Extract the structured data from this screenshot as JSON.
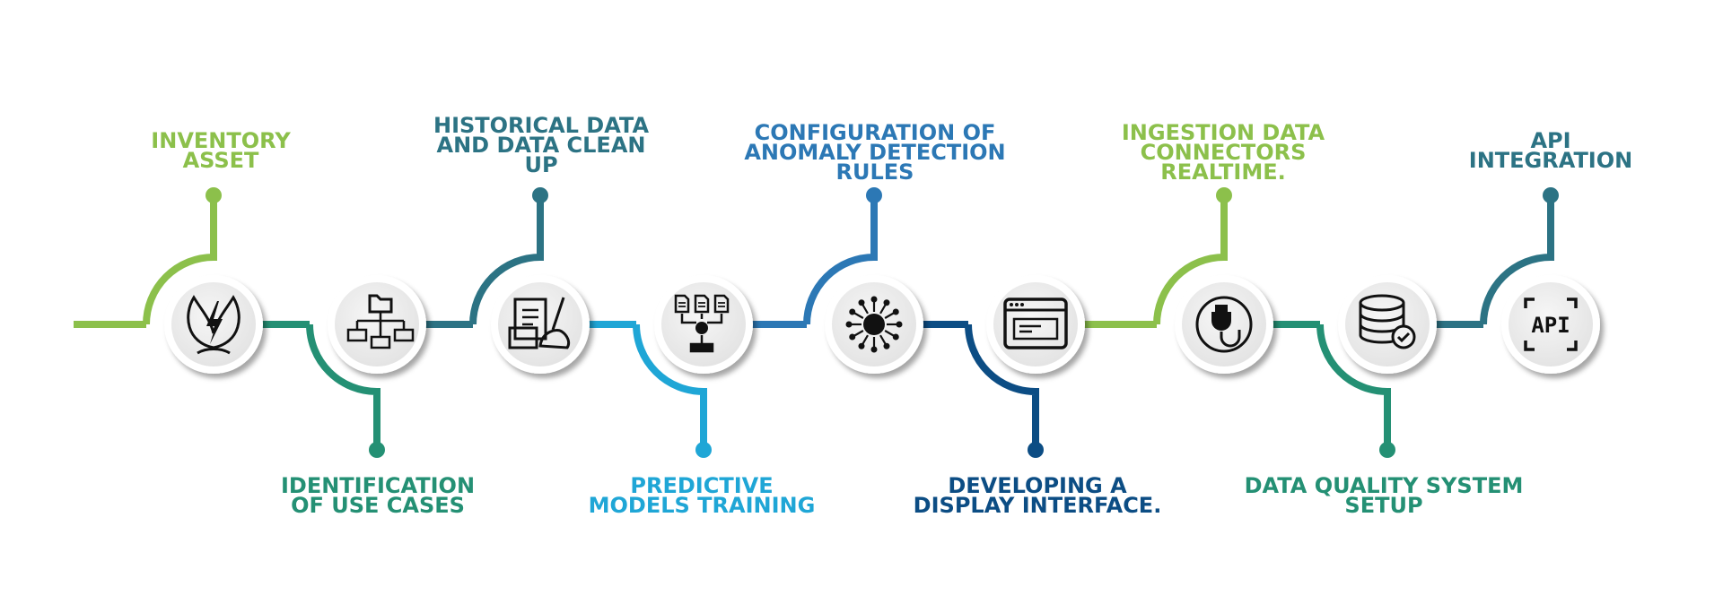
{
  "steps": [
    {
      "label": "INVENTORY\nASSET",
      "color": "#8cc04b",
      "icon": "leaf-bolt-icon",
      "position": "top"
    },
    {
      "label": "IDENTIFICATION\nOF USE CASES",
      "color": "#249074",
      "icon": "folder-hierarchy-icon",
      "position": "bottom"
    },
    {
      "label": "HISTORICAL DATA\nAND DATA CLEAN\nUP",
      "color": "#2c7384",
      "icon": "document-cleaning-icon",
      "position": "top"
    },
    {
      "label": "PREDICTIVE\nMODELS TRAINING",
      "color": "#1fa6d6",
      "icon": "model-training-icon",
      "position": "bottom"
    },
    {
      "label": "CONFIGURATION OF\nANOMALY DETECTION\nRULES",
      "color": "#2c78b5",
      "icon": "anomaly-network-icon",
      "position": "top"
    },
    {
      "label": "DEVELOPING A\nDISPLAY INTERFACE.",
      "color": "#0c4d84",
      "icon": "browser-window-icon",
      "position": "bottom"
    },
    {
      "label": "INGESTION DATA\nCONNECTORS\nREALTIME.",
      "color": "#8cc04b",
      "icon": "usb-connector-icon",
      "position": "top"
    },
    {
      "label": "DATA QUALITY SYSTEM\nSETUP",
      "color": "#249074",
      "icon": "database-check-icon",
      "position": "bottom"
    },
    {
      "label": "API\nINTEGRATION",
      "color": "#2c7384",
      "icon": "api-icon",
      "position": "top"
    }
  ]
}
